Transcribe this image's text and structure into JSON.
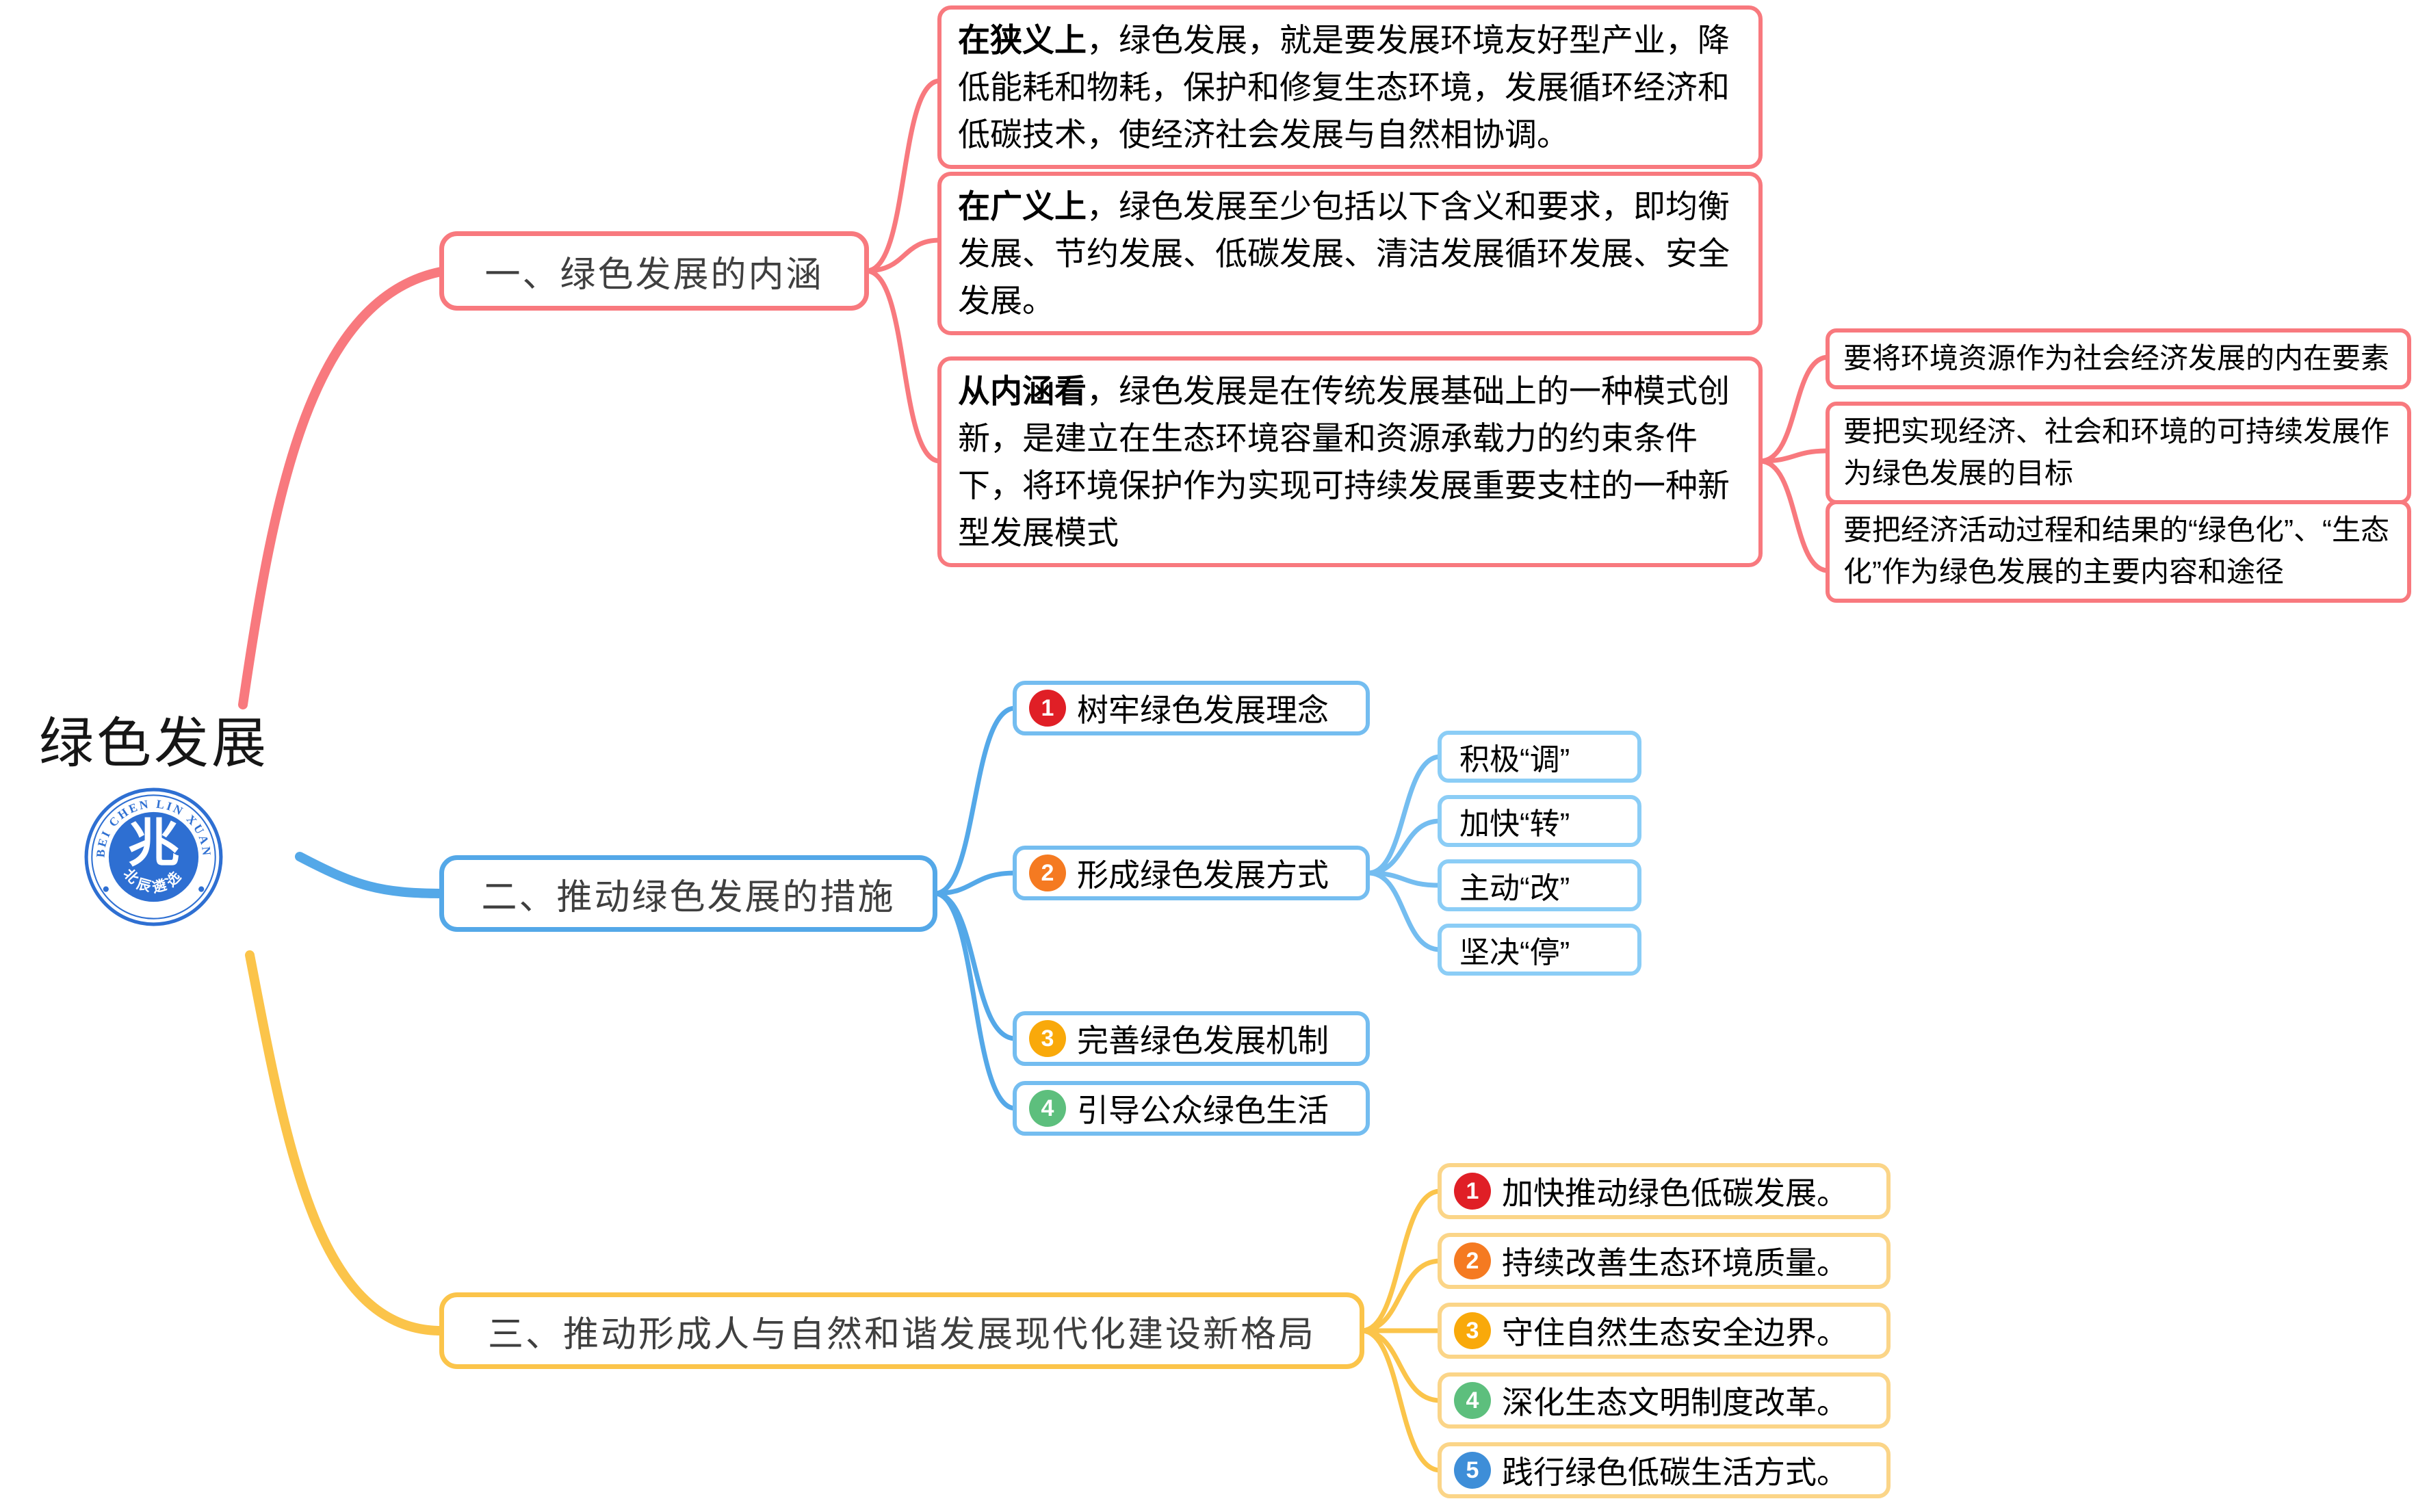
{
  "central": {
    "title": "绿色发展",
    "logo": {
      "ring_text": "BEI CHEN LIN XUAN",
      "disc_text": "北辰遴选",
      "glyph": "兆",
      "color": "#2e6fd2"
    }
  },
  "colors": {
    "branch1": "#f8797e",
    "branch2": "#54a8e8",
    "branch2_item_border": "#74bdf0",
    "branch2_method_border": "#8bcdf6",
    "branch3": "#fbc44a",
    "branch3_item_border": "#fbd588",
    "badge_red": "#e01f26",
    "badge_orange": "#f57a21",
    "badge_amber": "#f9a90a",
    "badge_green": "#5dbf7d",
    "badge_blue": "#3e8ed8",
    "topic_text": "#3f3f3f",
    "body_text": "#000000"
  },
  "branch1": {
    "label": "一、绿色发展的内涵",
    "notes": [
      {
        "lead": "在狭义上",
        "body": "，绿色发展，就是要发展环境友好型产业，降低能耗和物耗，保护和修复生态环境，发展循环经济和低碳技术，使经济社会发展与自然相协调。"
      },
      {
        "lead": "在广义上",
        "body": "，绿色发展至少包括以下含义和要求，即均衡发展、节约发展、低碳发展、清洁发展循环发展、安全发展。"
      },
      {
        "lead": "从内涵看",
        "body": "，绿色发展是在传统发展基础上的一种模式创新，是建立在生态环境容量和资源承载力的约束条件下，将环境保护作为实现可持续发展重要支柱的一种新型发展模式"
      }
    ],
    "sub_notes": [
      "要将环境资源作为社会经济发展的内在要素",
      "要把实现经济、社会和环境的可持续发展作为绿色发展的目标",
      "要把经济活动过程和结果的“绿色化”、“生态化”作为绿色发展的主要内容和途径"
    ]
  },
  "branch2": {
    "label": "二、推动绿色发展的措施",
    "items": [
      {
        "num": "1",
        "text": "树牢绿色发展理念"
      },
      {
        "num": "2",
        "text": "形成绿色发展方式"
      },
      {
        "num": "3",
        "text": "完善绿色发展机制"
      },
      {
        "num": "4",
        "text": "引导公众绿色生活"
      }
    ],
    "methods": [
      "积极“调”",
      "加快“转”",
      "主动“改”",
      "坚决“停”"
    ]
  },
  "branch3": {
    "label": "三、推动形成人与自然和谐发展现代化建设新格局",
    "items": [
      {
        "num": "1",
        "text": "加快推动绿色低碳发展。"
      },
      {
        "num": "2",
        "text": "持续改善生态环境质量。"
      },
      {
        "num": "3",
        "text": "守住自然生态安全边界。"
      },
      {
        "num": "4",
        "text": "深化生态文明制度改革。"
      },
      {
        "num": "5",
        "text": "践行绿色低碳生活方式。"
      }
    ]
  }
}
